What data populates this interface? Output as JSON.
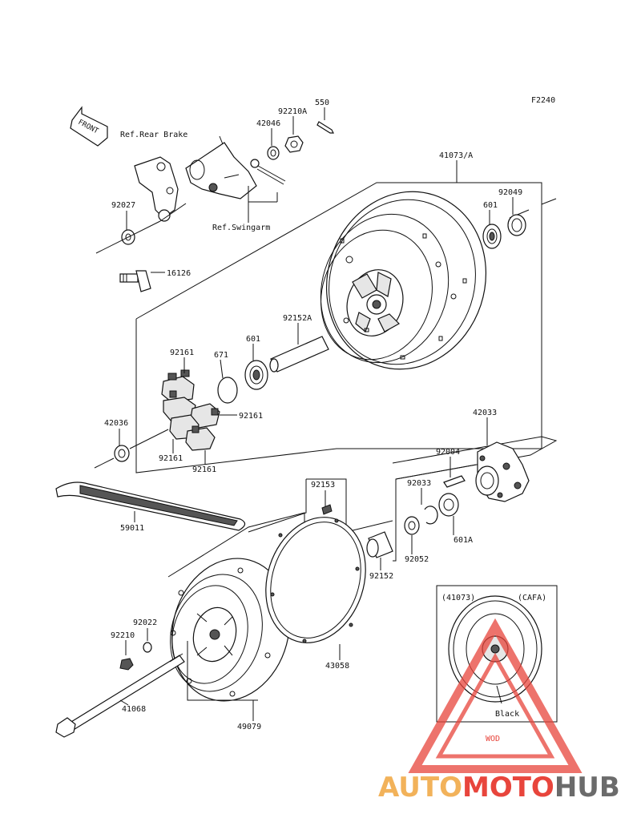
{
  "diagram_code": "F2240",
  "front_label": "FRONT",
  "refs": {
    "rear_brake": "Ref.Rear Brake",
    "swingarm": "Ref.Swingarm"
  },
  "part_numbers": {
    "p550": "550",
    "p92210A": "92210A",
    "p42046": "42046",
    "p41073A": "41073/A",
    "p601_top": "601",
    "p92049": "92049",
    "p92027": "92027",
    "p16126": "16126",
    "p92152A": "92152A",
    "p601_mid": "601",
    "p671": "671",
    "p92161_a": "92161",
    "p92161_b": "92161",
    "p92161_c": "92161",
    "p92161_d": "92161",
    "p42036": "42036",
    "p42033": "42033",
    "p92004": "92004",
    "p92033": "92033",
    "p601A": "601A",
    "p92052": "92052",
    "p92152": "92152",
    "p92153": "92153",
    "p59011": "59011",
    "p92022": "92022",
    "p92210": "92210",
    "p41068": "41068",
    "p49079": "49079",
    "p43058": "43058"
  },
  "inset": {
    "left_label": "(41073)",
    "right_label": "(CAFA)",
    "color_note": "Black"
  },
  "watermark": {
    "sub_text": "WOD",
    "brand_part1": "AUTO",
    "brand_part2": "MOTO",
    "brand_part3": "HUB",
    "color_auto": "#f2b25a",
    "color_moto": "#e8453c",
    "color_hub": "#6b6b6b",
    "color_triangle": "#e8453c"
  }
}
